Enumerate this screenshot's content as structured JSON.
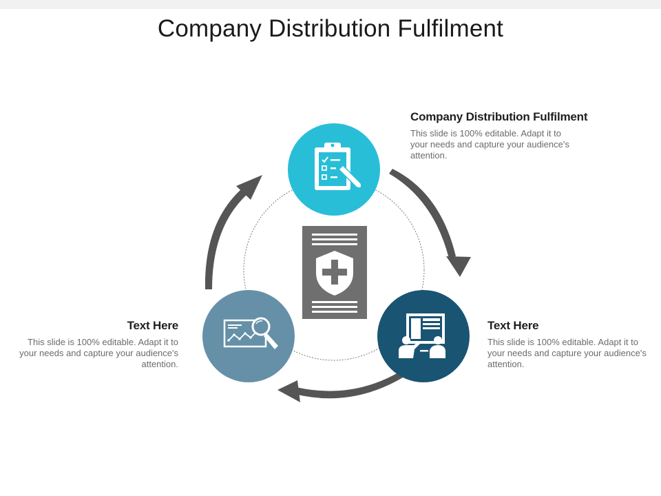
{
  "slide": {
    "title": "Company Distribution Fulfilment"
  },
  "items": [
    {
      "heading": "Company Distribution Fulfilment",
      "body": "This slide is 100% editable. Adapt it to your needs and capture your audience's attention.",
      "icon": "clipboard-checklist-icon",
      "color": "#29BED8"
    },
    {
      "heading": "Text Here",
      "body": "This slide is 100% editable. Adapt it to your needs and capture your audience's attention.",
      "icon": "presentation-board-people-icon",
      "color": "#1A5473"
    },
    {
      "heading": "Text Here",
      "body": "This slide is 100% editable. Adapt it to your needs and capture your audience's attention.",
      "icon": "chart-magnifier-icon",
      "color": "#6590A8"
    }
  ],
  "center": {
    "icon": "shield-plus-document-icon",
    "color": "#6F6F6F"
  },
  "colors": {
    "arrow": "#555555",
    "dotted_ring": "#777777"
  }
}
